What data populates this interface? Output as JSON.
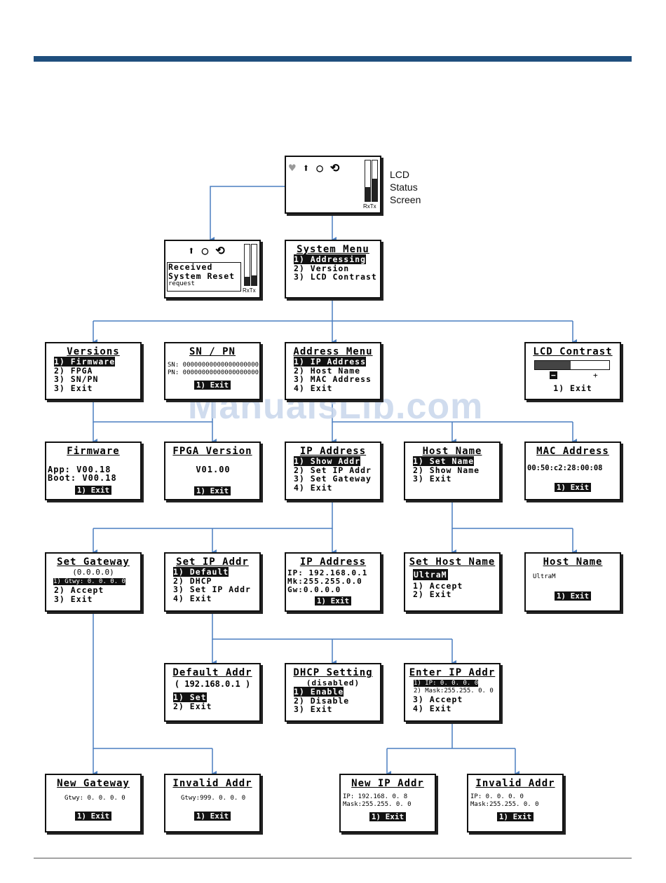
{
  "lcd_status": {
    "caption": [
      "LCD",
      "Status",
      "Screen"
    ],
    "rxtx": "RxTx"
  },
  "reset_screen": {
    "lines": [
      "Received",
      "System Reset"
    ],
    "tail": "request",
    "rxtx": "RxTx"
  },
  "icons": {
    "heart": "heart-icon",
    "up": "arrow-up-icon",
    "circle": "circle-icon",
    "refresh": "refresh-icon"
  },
  "system_menu": {
    "title": "System Menu",
    "items": [
      "1) Addressing",
      "2) Version",
      "3) LCD Contrast"
    ]
  },
  "versions": {
    "title": "Versions",
    "items": [
      "1) Firmware",
      "2) FPGA",
      "3) SN/PN",
      "3) Exit"
    ]
  },
  "snpn": {
    "title": "SN / PN",
    "sn": "SN: 00000000000000000000",
    "pn": "PN: 00000000000000000000",
    "exit": "1) Exit"
  },
  "address_menu": {
    "title": "Address Menu",
    "items": [
      "1) IP Address",
      "2) Host Name",
      "3) MAC Address",
      "4) Exit"
    ]
  },
  "lcd_contrast": {
    "title": "LCD Contrast",
    "minus": "−",
    "plus": "+",
    "exit": "1) Exit",
    "level": 0.48
  },
  "firmware": {
    "title": "Firmware",
    "lines": [
      "App: V00.18",
      "Boot: V00.18"
    ],
    "exit": "1) Exit"
  },
  "fpga": {
    "title": "FPGA Version",
    "value": "V01.00",
    "exit": "1) Exit"
  },
  "ip_address_menu": {
    "title": "IP Address",
    "items": [
      "1) Show Addr",
      "2) Set IP Addr",
      "3) Set Gateway",
      "4) Exit"
    ]
  },
  "host_name_menu": {
    "title": "Host Name",
    "items": [
      "1) Set Name",
      "2) Show Name",
      "3) Exit"
    ]
  },
  "mac_address": {
    "title": "MAC Address",
    "value": "00:50:c2:28:00:08",
    "exit": "1) Exit"
  },
  "set_gateway": {
    "title": "Set Gateway",
    "current": "(0.0.0.0)",
    "field": "1) Gtwy: 0. 0. 0. 0",
    "items": [
      "2) Accept",
      "3) Exit"
    ]
  },
  "set_ip_addr": {
    "title": "Set IP Addr",
    "items": [
      "1) Default",
      "2) DHCP",
      "3) Set IP Addr",
      "4) Exit"
    ]
  },
  "ip_show": {
    "title": "IP Address",
    "lines": [
      "IP: 192.168.0.1",
      "Mk:255.255.0.0",
      "Gw:0.0.0.0"
    ],
    "exit": "1) Exit"
  },
  "set_host_name": {
    "title": "Set Host Name",
    "name": "UltraM",
    "items": [
      "1) Accept",
      "2) Exit"
    ]
  },
  "host_name_show": {
    "title": "Host Name",
    "value": "UltraM",
    "exit": "1) Exit"
  },
  "default_addr": {
    "title": "Default Addr",
    "value": "( 192.168.0.1 )",
    "items": [
      "1) Set",
      "2) Exit"
    ]
  },
  "dhcp": {
    "title": "DHCP Setting",
    "state": "(disabled)",
    "items": [
      "1) Enable",
      "2) Disable",
      "3) Exit"
    ]
  },
  "enter_ip": {
    "title": "Enter IP Addr",
    "field": "1) IP: 0. 0. 0. 0",
    "mask": "2) Mask:255.255. 0. 0",
    "items": [
      "3) Accept",
      "4) Exit"
    ]
  },
  "new_gateway": {
    "title": "New Gateway",
    "value": "Gtwy: 0. 0. 0. 0",
    "exit": "1) Exit"
  },
  "invalid_gw": {
    "title": "Invalid Addr",
    "value": "Gtwy:999. 0. 0. 0",
    "exit": "1) Exit"
  },
  "new_ip": {
    "title": "New IP Addr",
    "lines": [
      "IP: 192.168. 0. 8",
      "Mask:255.255. 0. 0"
    ],
    "exit": "1) Exit"
  },
  "invalid_ip": {
    "title": "Invalid Addr",
    "lines": [
      "IP:  0. 0. 0. 0",
      "Mask:255.255. 0. 0"
    ],
    "exit": "1) Exit"
  },
  "watermark": "ManualsLib.com"
}
